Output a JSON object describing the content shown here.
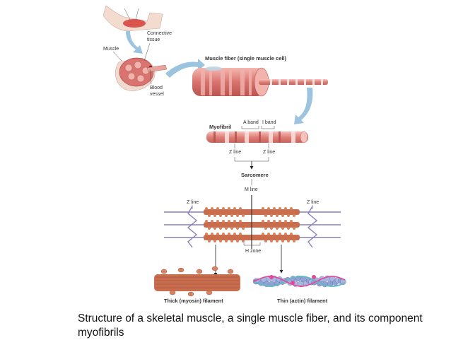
{
  "labels": {
    "muscle": "Muscle",
    "connective_tissue_1": "Connective",
    "connective_tissue_2": "tissue",
    "blood_vessel_1": "Blood",
    "blood_vessel_2": "vessel",
    "muscle_fiber": "Muscle fiber (single muscle cell)",
    "myofibril": "Myofibril",
    "a_band": "A band",
    "i_band": "I band",
    "z_line": "Z line",
    "sarcomere": "Sarcomere",
    "m_line": "M line",
    "h_zone": "H zone",
    "thick_filament": "Thick (myosin) filament",
    "thin_filament": "Thin (actin) filament"
  },
  "caption": "Structure of a skeletal muscle, a single muscle fiber, and its component myofibrils",
  "colors": {
    "muscle_red": "#d9736f",
    "muscle_light": "#f1b3ac",
    "arrow_blue": "#9cc4df",
    "actin_blue": "#8fa2d4",
    "myosin_orange": "#c86e4f",
    "line_purple": "#8a7fbf",
    "tropomyosin_pink": "#e4479a"
  }
}
